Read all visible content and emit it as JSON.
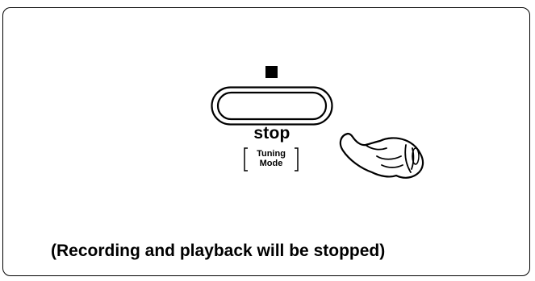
{
  "diagram": {
    "button": {
      "symbol_icon": "stop-square-icon",
      "label": "stop",
      "sublabel_lines": [
        "Tuning",
        "Mode"
      ]
    },
    "hand_icon": "pointing-hand-icon",
    "caption": "(Recording and playback will be stopped)"
  }
}
